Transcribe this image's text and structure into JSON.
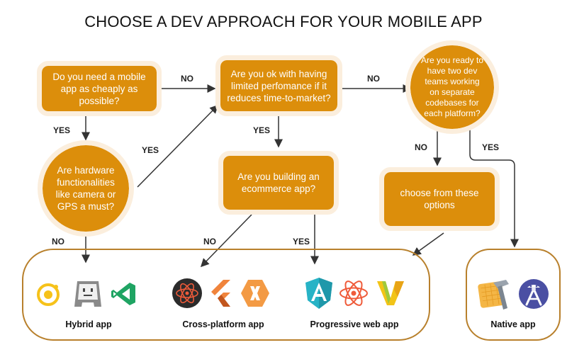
{
  "title": "CHOOSE A DEV APPROACH FOR YOUR MOBILE APP",
  "questions": {
    "q1": "Do you need a mobile app as cheaply as possible?",
    "q2": "Are you ok with having limited perfomance if it reduces time-to-market?",
    "q3": "Are you ready to have two dev teams working on separate codebases for each platform?",
    "q4": "Are hardware functionalities like camera or GPS a must?",
    "q5": "Are you building an ecommerce app?",
    "q6": "choose from these options"
  },
  "edge_labels": {
    "q1_no": "NO",
    "q2_no": "NO",
    "q1_yes": "YES",
    "q4_yes": "YES",
    "q2_yes": "YES",
    "q3_no": "NO",
    "q3_yes": "YES",
    "q4_no": "NO",
    "q5_no": "NO",
    "q5_yes": "YES"
  },
  "groups": {
    "hybrid": "Hybrid app",
    "cross": "Cross-platform app",
    "pwa": "Progressive web app",
    "native": "Native app"
  },
  "icons": [
    "ionic-icon",
    "cordova-icon",
    "visual-studio-icon",
    "react-icon",
    "flutter-icon",
    "xamarin-icon",
    "angular-icon",
    "react-icon",
    "vuforia-icon",
    "xcode-icon",
    "android-studio-icon"
  ],
  "colors": {
    "node_fill": "#dc8e0b",
    "node_border": "#fbeedd",
    "group_border": "#b8802c",
    "arrow": "#333333"
  }
}
